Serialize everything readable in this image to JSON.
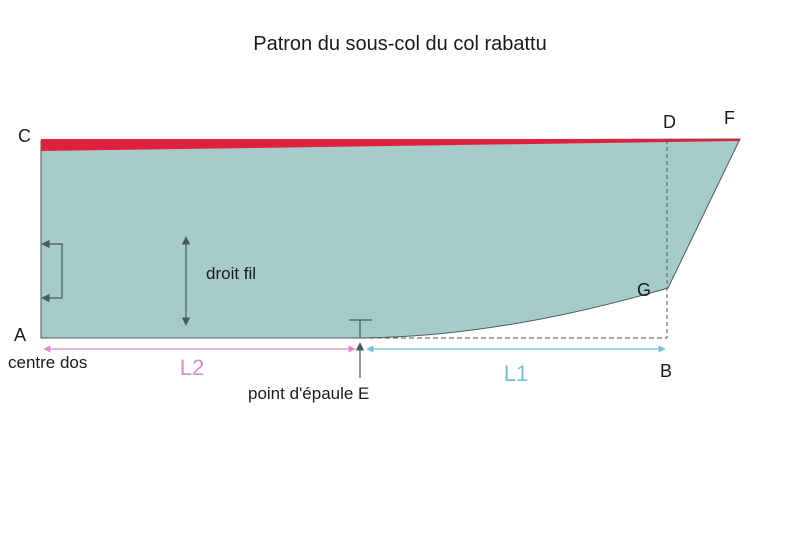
{
  "title": "Patron du sous-col du col rabattu",
  "points": {
    "A": "A",
    "B": "B",
    "C": "C",
    "D": "D",
    "F": "F",
    "G": "G"
  },
  "labels": {
    "grain": "droit fil",
    "center_back": "centre dos",
    "shoulder_point": "point d'épaule E",
    "L1": "L1",
    "L2": "L2"
  },
  "colors": {
    "collar_fill": "#a6cbcb",
    "collar_edge": "#e0203f",
    "outline": "#4d5a5a",
    "dim_L1": "#6ec3dc",
    "dim_L2": "#e08ad2",
    "text": "#1a1a1a"
  }
}
